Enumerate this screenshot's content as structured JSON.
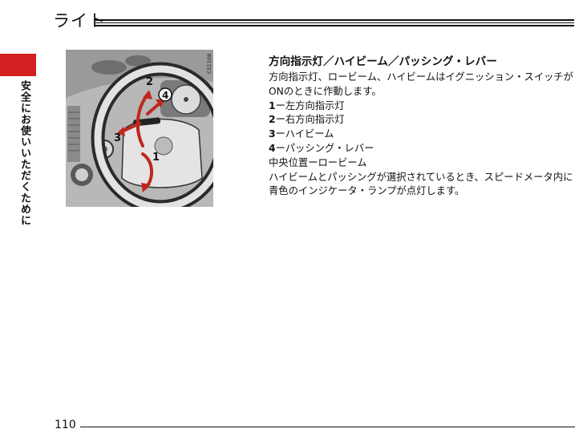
{
  "header": {
    "title": "ライト"
  },
  "sidebar": {
    "section_label": "安全にお使いいただくために"
  },
  "figure": {
    "code": "CS1108",
    "callouts": [
      "1",
      "2",
      "3",
      "4"
    ]
  },
  "content": {
    "heading": "方向指示灯／ハイビーム／パッシング・レバー",
    "intro": "方向指示灯、ロービーム、ハイビームはイグニッション・スイッチがONのときに作動します。",
    "items": [
      {
        "num": "1",
        "text": "ー左方向指示灯"
      },
      {
        "num": "2",
        "text": "ー右方向指示灯"
      },
      {
        "num": "3",
        "text": "ーハイビーム"
      },
      {
        "num": "4",
        "text": "ーパッシング・レバー"
      }
    ],
    "center_position": "中央位置ーロービーム",
    "note": "ハイビームとパッシングが選択されているとき、スピードメータ内に青色のインジケータ・ランプが点灯します。"
  },
  "footer": {
    "page_number": "110"
  }
}
